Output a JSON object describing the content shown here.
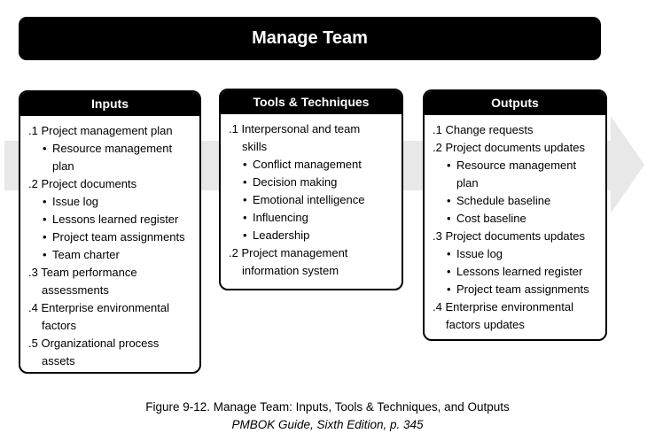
{
  "title": "Manage Team",
  "columns": [
    {
      "title": "Inputs",
      "items": [
        {
          "t": "n",
          "label": ".1 Project management plan"
        },
        {
          "t": "b",
          "label": "Resource management\nplan"
        },
        {
          "t": "n",
          "label": ".2 Project documents"
        },
        {
          "t": "b",
          "label": "Issue log"
        },
        {
          "t": "b",
          "label": "Lessons learned register"
        },
        {
          "t": "b",
          "label": "Project team assignments"
        },
        {
          "t": "b",
          "label": "Team charter"
        },
        {
          "t": "n",
          "label": ".3 Team performance\nassessments"
        },
        {
          "t": "n",
          "label": ".4 Enterprise environmental\nfactors"
        },
        {
          "t": "n",
          "label": ".5 Organizational process\nassets"
        }
      ]
    },
    {
      "title": "Tools & Techniques",
      "items": [
        {
          "t": "n",
          "label": ".1 Interpersonal and team\nskills"
        },
        {
          "t": "b",
          "label": "Conflict management"
        },
        {
          "t": "b",
          "label": "Decision making"
        },
        {
          "t": "b",
          "label": "Emotional intelligence"
        },
        {
          "t": "b",
          "label": "Influencing"
        },
        {
          "t": "b",
          "label": "Leadership"
        },
        {
          "t": "n",
          "label": ".2 Project management\ninformation system"
        }
      ]
    },
    {
      "title": "Outputs",
      "items": [
        {
          "t": "n",
          "label": ".1 Change requests"
        },
        {
          "t": "n",
          "label": ".2 Project documents updates"
        },
        {
          "t": "b",
          "label": "Resource management\nplan"
        },
        {
          "t": "b",
          "label": "Schedule baseline"
        },
        {
          "t": "b",
          "label": "Cost baseline"
        },
        {
          "t": "n",
          "label": ".3 Project documents updates"
        },
        {
          "t": "b",
          "label": "Issue log"
        },
        {
          "t": "b",
          "label": "Lessons learned register"
        },
        {
          "t": "b",
          "label": "Project team assignments"
        },
        {
          "t": "n",
          "label": ".4 Enterprise environmental\nfactors updates"
        }
      ]
    }
  ],
  "caption": {
    "line1": "Figure 9-12. Manage Team: Inputs, Tools & Techniques, and Outputs",
    "line2": "PMBOK Guide, Sixth Edition, p. 345"
  },
  "colors": {
    "header_bg": "#000000",
    "header_text": "#ffffff",
    "arrow_fill": "#e8e8e8",
    "box_border": "#000000"
  }
}
